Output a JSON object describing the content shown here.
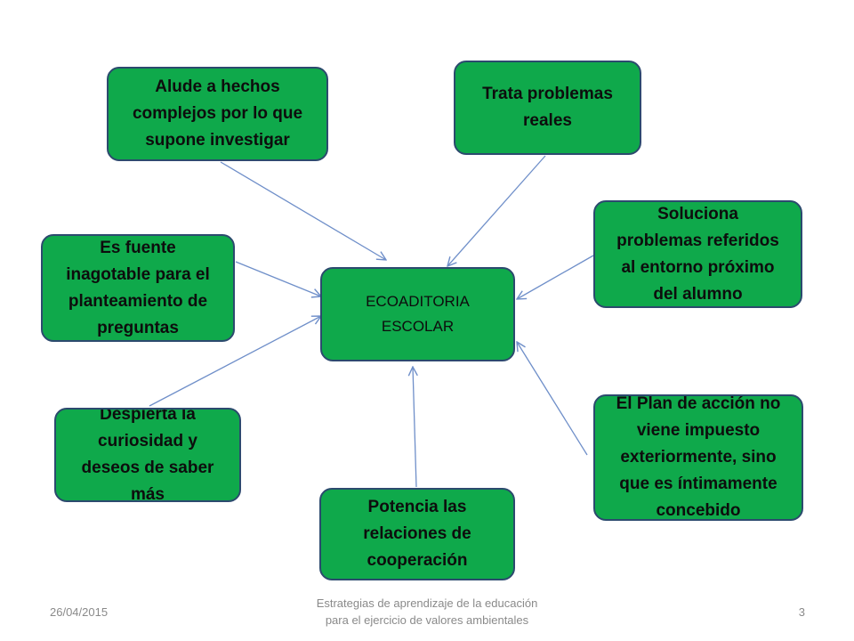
{
  "diagram": {
    "center": {
      "lines": [
        "ECOADITORIA",
        "ESCOLAR"
      ]
    },
    "nodes": [
      {
        "id": "alude",
        "lines": [
          "Alude a hechos",
          "complejos por lo que",
          "supone investigar"
        ]
      },
      {
        "id": "trata",
        "lines": [
          "Trata problemas",
          "reales"
        ]
      },
      {
        "id": "soluciona",
        "lines": [
          "Soluciona",
          "problemas referidos",
          "al entorno próximo",
          "del alumno"
        ]
      },
      {
        "id": "fuente",
        "lines": [
          "Es fuente",
          "inagotable para el",
          "planteamiento de",
          "preguntas"
        ]
      },
      {
        "id": "despierta",
        "lines": [
          "Despierta la",
          "curiosidad y",
          "deseos de saber",
          "más"
        ]
      },
      {
        "id": "potencia",
        "lines": [
          "Potencia las",
          "relaciones de",
          "cooperación"
        ]
      },
      {
        "id": "plan",
        "lines": [
          "El Plan de acción no",
          "viene impuesto",
          "exteriormente, sino",
          "que es íntimamente",
          "concebido"
        ]
      }
    ],
    "colors": {
      "box_fill": "#0fa94b",
      "box_border": "#2c4a6e",
      "arrow": "#6f8fc9",
      "text": "#0d0d0d",
      "footer_text": "#8a8a8a"
    }
  },
  "footer": {
    "date": "26/04/2015",
    "title_lines": [
      "Estrategias de aprendizaje de la educación",
      "para el ejercicio de valores ambientales"
    ],
    "page_number": "3"
  }
}
